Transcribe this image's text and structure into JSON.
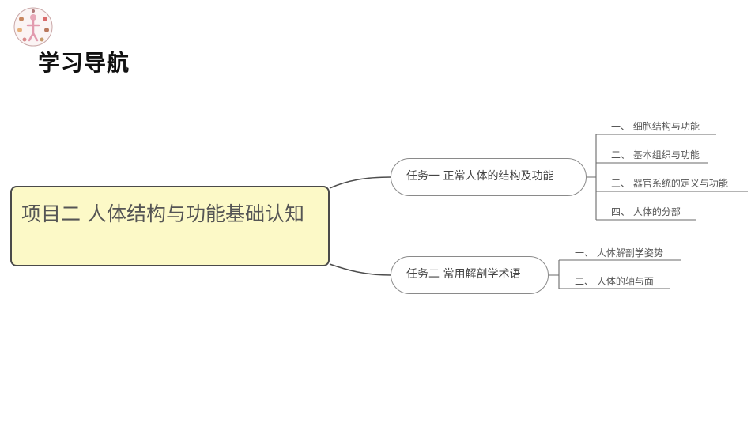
{
  "page": {
    "title": "学习导航"
  },
  "mindmap": {
    "root": {
      "text": "项目二 人体结构与功能基础认知"
    },
    "tasks": [
      {
        "label": "任务一 正常人体的结构及功能",
        "children": [
          "一、 细胞结构与功能",
          "二、 基本组织与功能",
          "三、 器官系统的定义与功能",
          "四、 人体的分部"
        ]
      },
      {
        "label": "任务二 常用解剖学术语",
        "children": [
          "一、 人体解剖学姿势",
          "二、 人体的轴与面"
        ]
      }
    ]
  },
  "colors": {
    "root_fill": "#fcf9c7",
    "root_border": "#4a4a4a",
    "branch_line": "#4d4d4d",
    "node_border": "#8a8a8a"
  }
}
